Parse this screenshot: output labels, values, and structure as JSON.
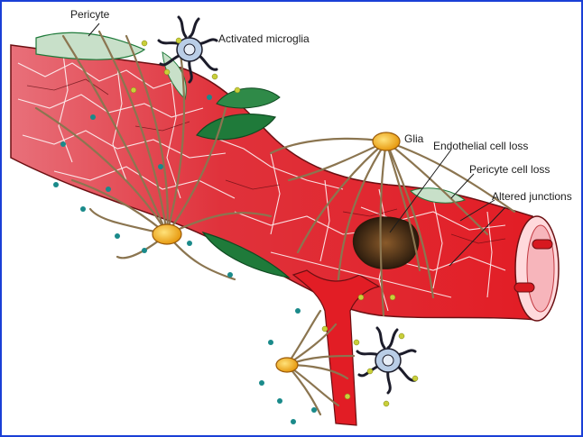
{
  "labels": {
    "pericyte": "Pericyte",
    "activated_microglia": "Activated microglia",
    "glia": "Glia",
    "endothelial_cell_loss": "Endothelial cell loss",
    "pericyte_cell_loss": "Pericyte cell loss",
    "altered_junctions": "Altered junctions"
  },
  "colors": {
    "frame_border": "#1a3fd6",
    "vessel_red": "#e21d25",
    "vessel_light": "#e8707a",
    "pericyte_green": "#1f7a3a",
    "glia_yellow": "#f2b51c",
    "microglia_blue": "#b9cde6",
    "process_tan": "#b8a27a",
    "dot_teal": "#1a8a8a",
    "dot_yellow": "#c9cf3a"
  }
}
